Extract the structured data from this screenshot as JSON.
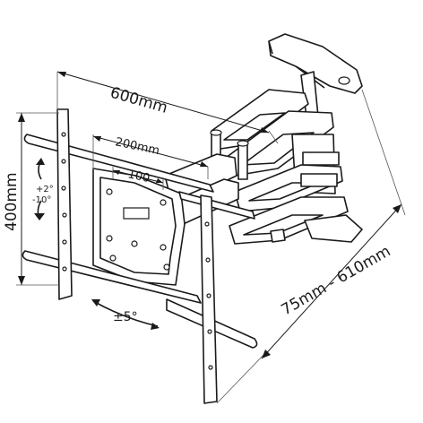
{
  "dimensions": {
    "arm_reach": "600mm",
    "vesa_width_outer": "200mm",
    "vesa_width_inner": "100",
    "vesa_height": "400mm",
    "wall_distance": "75mm - 610mm",
    "swivel": "±5°",
    "tilt_up": "+2°",
    "tilt_down": "-10°"
  },
  "colors": {
    "line": "#1a1a1a",
    "background": "#ffffff"
  }
}
